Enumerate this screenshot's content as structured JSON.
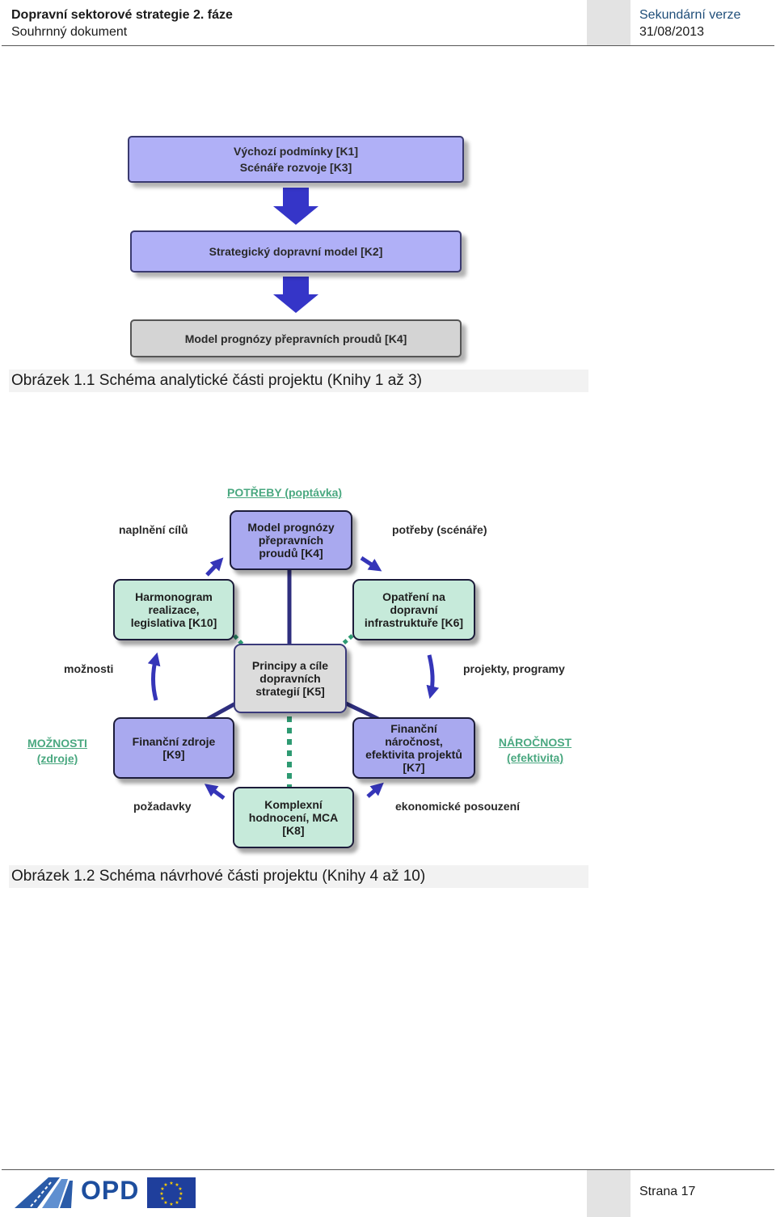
{
  "header": {
    "title": "Dopravní sektorové strategie 2. fáze",
    "subtitle": "Souhrnný dokument",
    "version": "Sekundární verze",
    "date": "31/08/2013"
  },
  "figure1": {
    "box1_line1": "Výchozí podmínky [K1]",
    "box1_line2": "Scénáře rozvoje [K3]",
    "box2": "Strategický dopravní model [K2]",
    "box3": "Model prognózy přepravních proudů [K4]",
    "caption": "Obrázek 1.1 Schéma analytické části projektu (Knihy 1 až 3)"
  },
  "figure2": {
    "top_label": "POTŘEBY (poptávka)",
    "left_label_line1": "MOŽNOSTI",
    "left_label_line2": "(zdroje)",
    "right_label_line1": "NÁROČNOST",
    "right_label_line2": "(efektivita)",
    "k4": [
      "Model prognózy",
      "přepravních",
      "proudů [K4]"
    ],
    "k10": [
      "Harmonogram",
      "realizace,",
      "legislativa [K10]"
    ],
    "k6": [
      "Opatření na",
      "dopravní",
      "infrastruktuře [K6]"
    ],
    "k5": [
      "Principy a cíle",
      "dopravních",
      "strategií [K5]"
    ],
    "k9": [
      "Finanční zdroje",
      "[K9]"
    ],
    "k7": [
      "Finanční",
      "náročnost,",
      "efektivita projektů",
      "[K7]"
    ],
    "k8": [
      "Komplexní",
      "hodnocení, MCA",
      "[K8]"
    ],
    "flow_naplneni": "naplnění cílů",
    "flow_potreby": "potřeby (scénáře)",
    "flow_moznosti": "možnosti",
    "flow_projekty": "projekty, programy",
    "flow_pozadavky": "požadavky",
    "flow_ekonomicke": "ekonomické posouzení",
    "caption": "Obrázek 1.2 Schéma návrhové části projektu (Knihy 4 až 10)"
  },
  "footer": {
    "logo_text": "OPD",
    "page": "Strana 17"
  },
  "colors": {
    "box_blue": "#b0b0f7",
    "box_gray": "#d4d4d4",
    "node_green": "#c6eada",
    "arrow_blue": "#3535b8",
    "dotted_green": "#2e9a72",
    "label_green": "#4aa880"
  }
}
